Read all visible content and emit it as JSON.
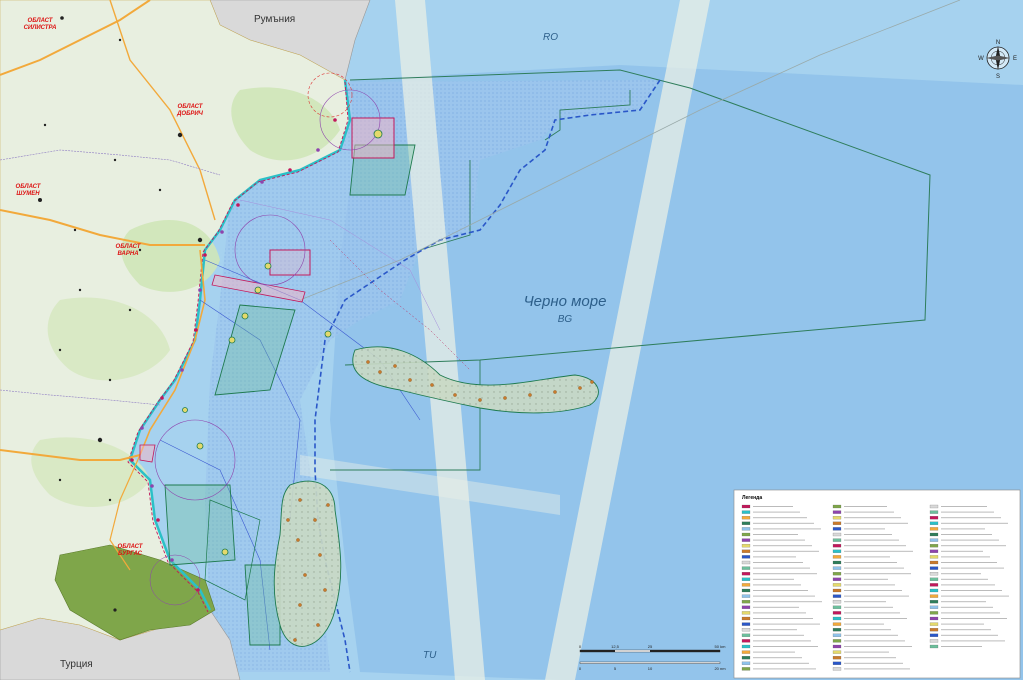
{
  "labels": {
    "sea_name": "Черно море",
    "sea_code": "BG",
    "romania_code": "RO",
    "turkey_code": "TU",
    "romania": "Румъния",
    "turkey": "Турция"
  },
  "oblasts": [
    {
      "line1": "ОБЛАСТ",
      "line2": "СИЛИСТРА"
    },
    {
      "line1": "ОБЛАСТ",
      "line2": "ДОБРИЧ"
    },
    {
      "line1": "ОБЛАСТ",
      "line2": "ШУМЕН"
    },
    {
      "line1": "ОБЛАСТ",
      "line2": "ВАРНА"
    },
    {
      "line1": "ОБЛАСТ",
      "line2": "БУРГАС"
    }
  ],
  "legend": {
    "title": "Легенда"
  },
  "scale": {
    "ticks": [
      "0",
      "12,5",
      "25",
      "50 km"
    ],
    "ticks2": [
      "0",
      "5",
      "10",
      "20 nm"
    ]
  },
  "compass": {
    "n": "N",
    "s": "S",
    "e": "E",
    "w": "W"
  },
  "colors": {
    "sea": "#a6d2ef",
    "sea_dark": "#86bde6",
    "land": "#e8efe0",
    "forest": "#cfe5b8",
    "strandzha": "#7fa64a",
    "foreign": "#d9d9d9",
    "road": "#f2a93b",
    "border": "#c2185b",
    "eez": "#2e7d5b",
    "shelf_line": "#2a57c8"
  }
}
